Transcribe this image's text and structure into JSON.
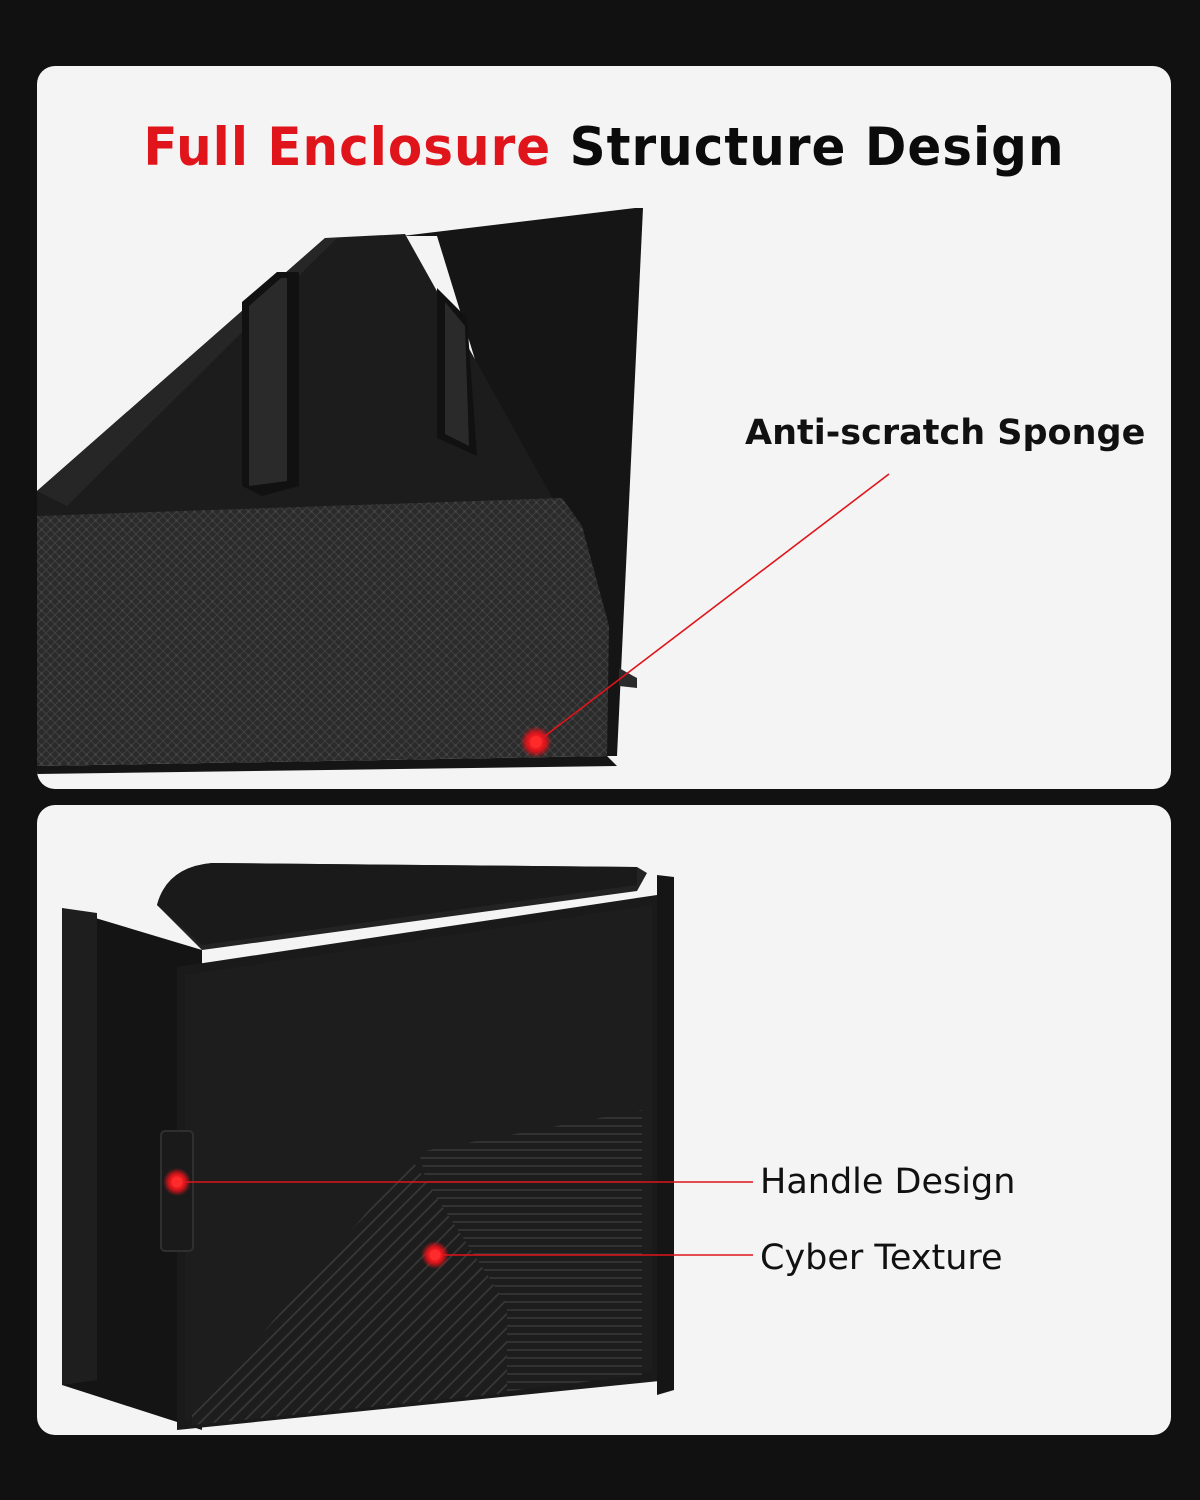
{
  "title": {
    "highlight": "Full Enclosure",
    "rest": "Structure Design",
    "highlight_color": "#e0141b"
  },
  "callouts": {
    "sponge": "Anti-scratch Sponge",
    "handle": "Handle Design",
    "texture": "Cyber Texture"
  },
  "colors": {
    "background": "#111111",
    "panel": "#f4f4f4",
    "accent": "#e0141b",
    "product": "#1b1b1b"
  }
}
